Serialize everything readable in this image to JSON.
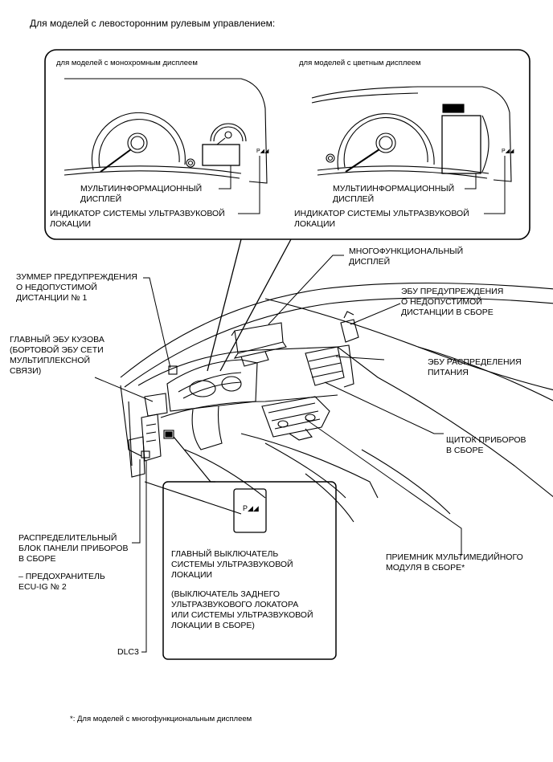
{
  "header": "Для моделей с левосторонним рулевым управлением:",
  "inset": {
    "mono_title": "для моделей с монохромным дисплеем",
    "color_title": "для моделей с цветным дисплеем",
    "mono_mid_l1": "МУЛЬТИИНФОРМАЦИОННЫЙ",
    "mono_mid_l2": "ДИСПЛЕЙ",
    "mono_ind_l1": "ИНДИКАТОР СИСТЕМЫ УЛЬТРАЗВУКОВОЙ",
    "mono_ind_l2": "ЛОКАЦИИ",
    "color_mid_l1": "МУЛЬТИИНФОРМАЦИОННЫЙ",
    "color_mid_l2": "ДИСПЛЕЙ",
    "color_ind_l1": "ИНДИКАТОР СИСТЕМЫ УЛЬТРАЗВУКОВОЙ",
    "color_ind_l2": "ЛОКАЦИИ",
    "pm_glyph": "P◢◢"
  },
  "labels": {
    "buzzer": [
      "ЗУММЕР ПРЕДУПРЕЖДЕНИЯ",
      "О НЕДОПУСТИМОЙ",
      "ДИСТАНЦИИ № 1"
    ],
    "body_ecu": [
      "ГЛАВНЫЙ ЭБУ КУЗОВА",
      "(БОРТОВОЙ ЭБУ СЕТИ",
      "МУЛЬТИПЛЕКСНОЙ",
      "СВЯЗИ)"
    ],
    "multi_display": [
      "МНОГОФУНКЦИОНАЛЬНЫЙ",
      "ДИСПЛЕЙ"
    ],
    "distance_ecu": [
      "ЭБУ ПРЕДУПРЕЖДЕНИЯ",
      "О НЕДОПУСТИМОЙ",
      "ДИСТАНЦИИ В СБОРЕ"
    ],
    "power_ecu": [
      "ЭБУ РАСПРЕДЕЛЕНИЯ",
      "ПИТАНИЯ"
    ],
    "meter": [
      "ЩИТОК ПРИБОРОВ",
      "В СБОРЕ"
    ],
    "junction": [
      "РАСПРЕДЕЛИТЕЛЬНЫЙ",
      "БЛОК ПАНЕЛИ ПРИБОРОВ",
      "В СБОРЕ"
    ],
    "fuse": [
      "– ПРЕДОХРАНИТЕЛЬ",
      "ECU-IG № 2"
    ],
    "dlc3": [
      "DLC3"
    ],
    "receiver": [
      "ПРИЕМНИК МУЛЬТИМЕДИЙНОГО",
      "МОДУЛЯ В СБОРЕ*"
    ],
    "switch_main": [
      "ГЛАВНЫЙ ВЫКЛЮЧАТЕЛЬ",
      "СИСТЕМЫ УЛЬТРАЗВУКОВОЙ",
      "ЛОКАЦИИ"
    ],
    "switch_note": [
      "(ВЫКЛЮЧАТЕЛЬ ЗАДНЕГО",
      "УЛЬТРАЗВУКОВОГО ЛОКАТОРА",
      "ИЛИ СИСТЕМЫ УЛЬТРАЗВУКОВОЙ",
      "ЛОКАЦИИ В СБОРЕ)"
    ]
  },
  "switch_glyph": "P◢◢",
  "footnote": "*: Для моделей с многофункциональным дисплеем"
}
